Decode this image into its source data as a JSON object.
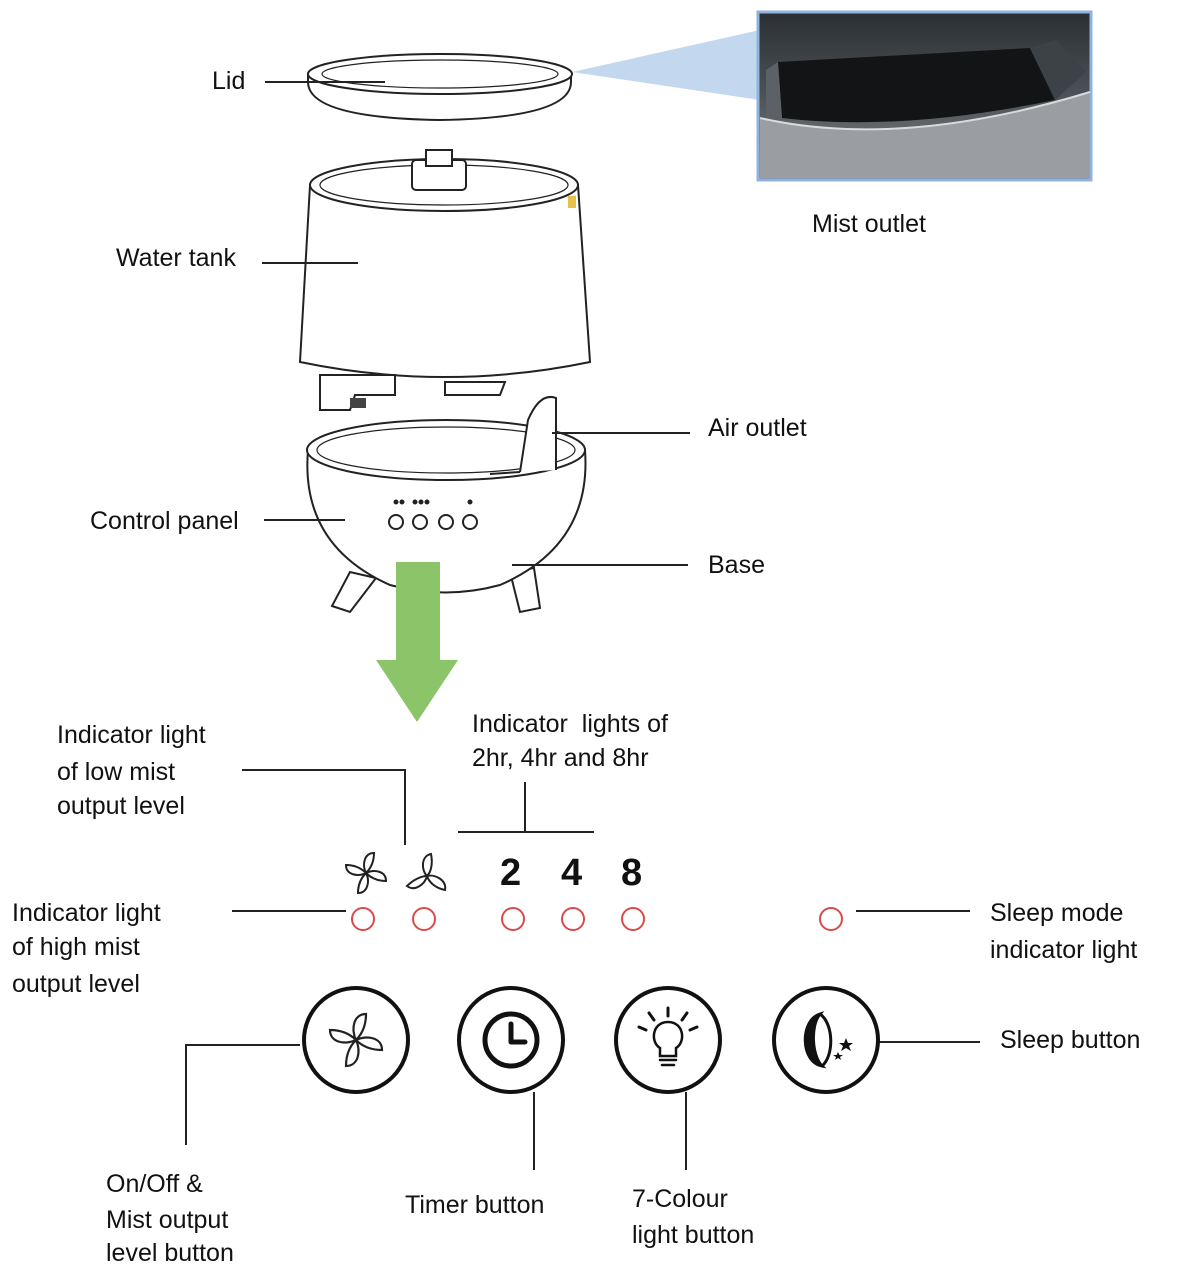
{
  "labels": {
    "lid": "Lid",
    "mist_outlet": "Mist outlet",
    "water_tank": "Water tank",
    "air_outlet": "Air outlet",
    "control_panel": "Control panel",
    "base": "Base",
    "low_mist_indicator": [
      "Indicator light",
      "of low mist",
      "output level"
    ],
    "timer_indicators": [
      "Indicator  lights of",
      "2hr, 4hr and 8hr"
    ],
    "high_mist_indicator": [
      "Indicator light",
      "of high mist",
      "output level"
    ],
    "sleep_indicator": [
      "Sleep mode",
      "indicator light"
    ],
    "sleep_button": "Sleep button",
    "onoff_button": [
      "On/Off &",
      "Mist output",
      "level button"
    ],
    "timer_button": "Timer button",
    "colour_button": [
      "7-Colour",
      "light button"
    ]
  },
  "timer_digits": [
    "2",
    "4",
    "8"
  ],
  "icons": {
    "high_mist": "fan-4-blade-icon",
    "low_mist": "fan-3-blade-icon",
    "onoff": "fan-icon",
    "timer": "clock-icon",
    "colour": "light-bulb-icon",
    "sleep": "moon-stars-icon"
  },
  "colors": {
    "indicator_ring": "#d94b4b",
    "arrow_fill": "#8cc46a",
    "callout_fill": "#bcd4ec",
    "inset_border": "#8fb3df"
  }
}
